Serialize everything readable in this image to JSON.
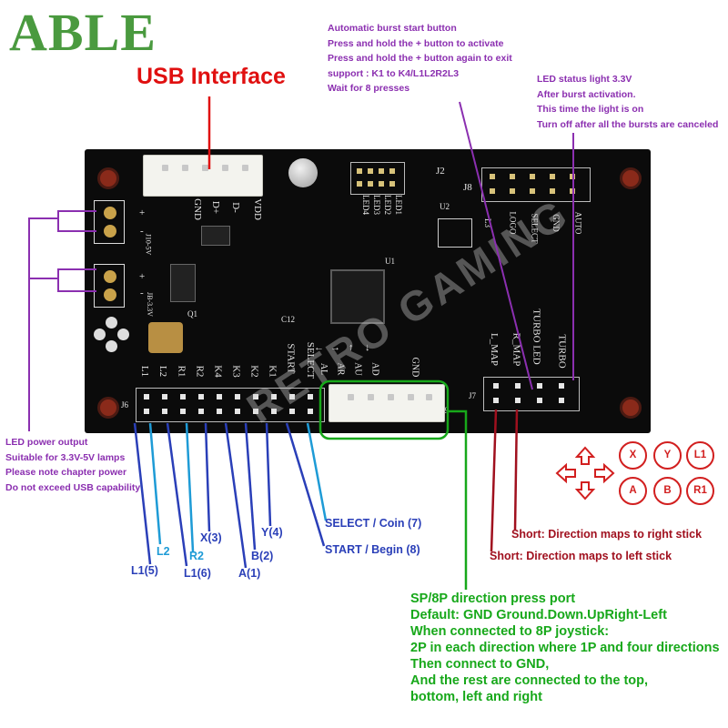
{
  "brand": {
    "logo": "ABLE"
  },
  "usb": {
    "title": "USB Interface"
  },
  "burst_note": {
    "lines": [
      "Automatic burst start button",
      "Press and hold the + button to activate",
      "Press and hold the + button again to exit",
      "support : K1 to K4/L1L2R2L3",
      "Wait for 8 presses"
    ]
  },
  "led_status_note": {
    "lines": [
      "LED status light 3.3V",
      "After burst activation.",
      "This time the light is on",
      "Turn off after all the bursts are canceled"
    ]
  },
  "led_power_note": {
    "lines": [
      "LED power output",
      "Suitable for 3.3V-5V lamps",
      "Please note chapter power",
      "Do not exceed USB capability"
    ]
  },
  "board": {
    "watermark": "RETRO GAMING",
    "silk": {
      "j1_pins": [
        "GND",
        "D+",
        "D-",
        "VDD"
      ],
      "j2": "J2",
      "j8": "J8",
      "j7": "J7",
      "j9": "J9",
      "leds": [
        "LED4",
        "LED3",
        "LED2",
        "LED1"
      ],
      "j8_pins": [
        "L3",
        "LOGO",
        "SELECT",
        "GND",
        "AUTO"
      ],
      "j6_pins": [
        "L1",
        "L2",
        "R1",
        "R2",
        "K4",
        "K3",
        "K2",
        "K1",
        "START",
        "SELECT"
      ],
      "j9_pins": [
        "AL",
        "AR",
        "AU",
        "AD",
        "GND"
      ],
      "j9_arrows": [
        "←",
        "→",
        "↑",
        "↓"
      ],
      "j7_pins": [
        "L_MAP",
        "R_MAP",
        "TURBO LED",
        "TURBO"
      ],
      "j10": "J10-5V",
      "jb": "JB-3.3V",
      "u1": "U1",
      "u2": "U2",
      "q1": "Q1",
      "c12": "C12",
      "j6": "J6",
      "plus": "+",
      "minus": "-"
    }
  },
  "labels": {
    "l1_5": "L1(5)",
    "l2": "L2",
    "l1_6": "L1(6)",
    "r2": "R2",
    "x3": "X(3)",
    "a1": "A(1)",
    "b2": "B(2)",
    "y4": "Y(4)",
    "select": "SELECT / Coin (7)",
    "start": "START / Begin (8)",
    "short_right": "Short: Direction maps to right stick",
    "short_left": "Short: Direction maps to left stick"
  },
  "buttons": [
    "X",
    "Y",
    "L1",
    "A",
    "B",
    "R1"
  ],
  "port_note": {
    "lines": [
      "SP/8P direction press port",
      "Default: GND Ground.Down.UpRight-Left",
      "When connected to 8P joystick:",
      "2P in each direction where 1P and four directions",
      "Then connect to GND,",
      "And the rest are connected to the top,",
      "bottom, left and right"
    ]
  },
  "colors": {
    "logo": "#4a9a3f",
    "usb": "#e01010",
    "notes": "#8b2fb0",
    "pins": "#2a3fb8",
    "pins_light": "#1e9bd6",
    "map_lines": "#a0101e",
    "port": "#17a81a",
    "buttons": "#d21f1f"
  }
}
